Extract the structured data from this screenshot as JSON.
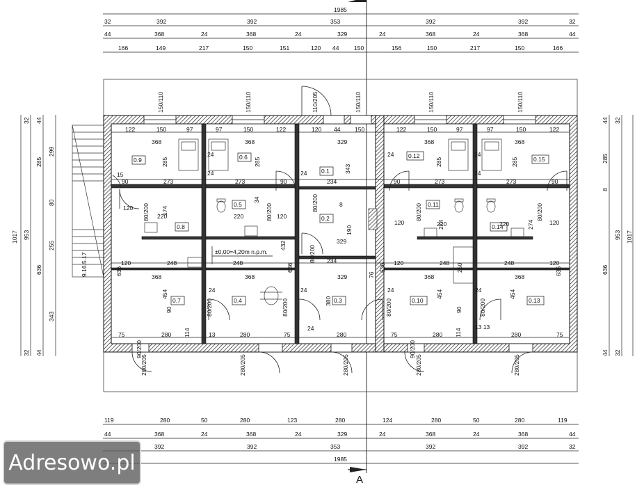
{
  "watermark": "Adresowo.pl",
  "section_mark": "A",
  "elevation": "±0,00=4,20m n.p.m.",
  "top_dims": {
    "overall": "1985",
    "row1": [
      "32",
      "392",
      "392",
      "353",
      "392",
      "392",
      "32"
    ],
    "row2": [
      "44",
      "368",
      "24",
      "368",
      "24",
      "329",
      "24",
      "368",
      "24",
      "368",
      "44"
    ],
    "row3": [
      "166",
      "149",
      "217",
      "150",
      "151",
      "120",
      "44",
      "150",
      "156",
      "150",
      "217",
      "150",
      "166"
    ]
  },
  "bottom_dims": {
    "overall": "1985",
    "row1": [
      "119",
      "280",
      "50",
      "280",
      "123",
      "280",
      "124",
      "280",
      "50",
      "280",
      "119"
    ],
    "row2": [
      "44",
      "368",
      "24",
      "368",
      "24",
      "329",
      "24",
      "368",
      "24",
      "368",
      "44"
    ],
    "row3": [
      "392",
      "392",
      "353",
      "392",
      "392",
      "32"
    ]
  },
  "left_dims": {
    "overall": "1017",
    "col1": [
      "32",
      "953",
      "32"
    ],
    "col2": [
      "44",
      "285",
      "636",
      "44"
    ],
    "col3": [
      "299",
      "80",
      "255",
      "343"
    ]
  },
  "right_dims": {
    "overall": "1017",
    "col1": [
      "32",
      "953",
      "32"
    ],
    "col2": [
      "44",
      "285",
      "8",
      "636",
      "44"
    ]
  },
  "rooms": [
    "0.9",
    "0.6",
    "0.1",
    "0.12",
    "0.15",
    "0.5",
    "0.2",
    "0.11",
    "0.8",
    "0.14",
    "0.7",
    "0.4",
    "0.3",
    "0.10",
    "0.13"
  ],
  "labels": {
    "d122": "122",
    "d150": "150",
    "d97": "97",
    "d120": "120",
    "d44": "44",
    "d329": "329",
    "d368": "368",
    "d285": "285",
    "d24": "24",
    "d273": "273",
    "d90": "90",
    "d234": "234",
    "d343": "343",
    "d174": "174",
    "d220": "220",
    "d80_200": "80/200",
    "d248": "248",
    "d432": "432",
    "d636": "636",
    "d454": "454",
    "d380": "380",
    "d190": "190",
    "d76": "76",
    "d274": "274",
    "d75": "75",
    "d280": "280",
    "d114": "114",
    "d13": "13",
    "d90_200": "90/200",
    "d280_205": "280/205",
    "d150_110": "150/110",
    "d110_205": "110/205",
    "d8": "8",
    "d15": "15",
    "d34": "34",
    "d250": "250",
    "d2_16": "9.16.5.17",
    "d1313": "13 13"
  }
}
